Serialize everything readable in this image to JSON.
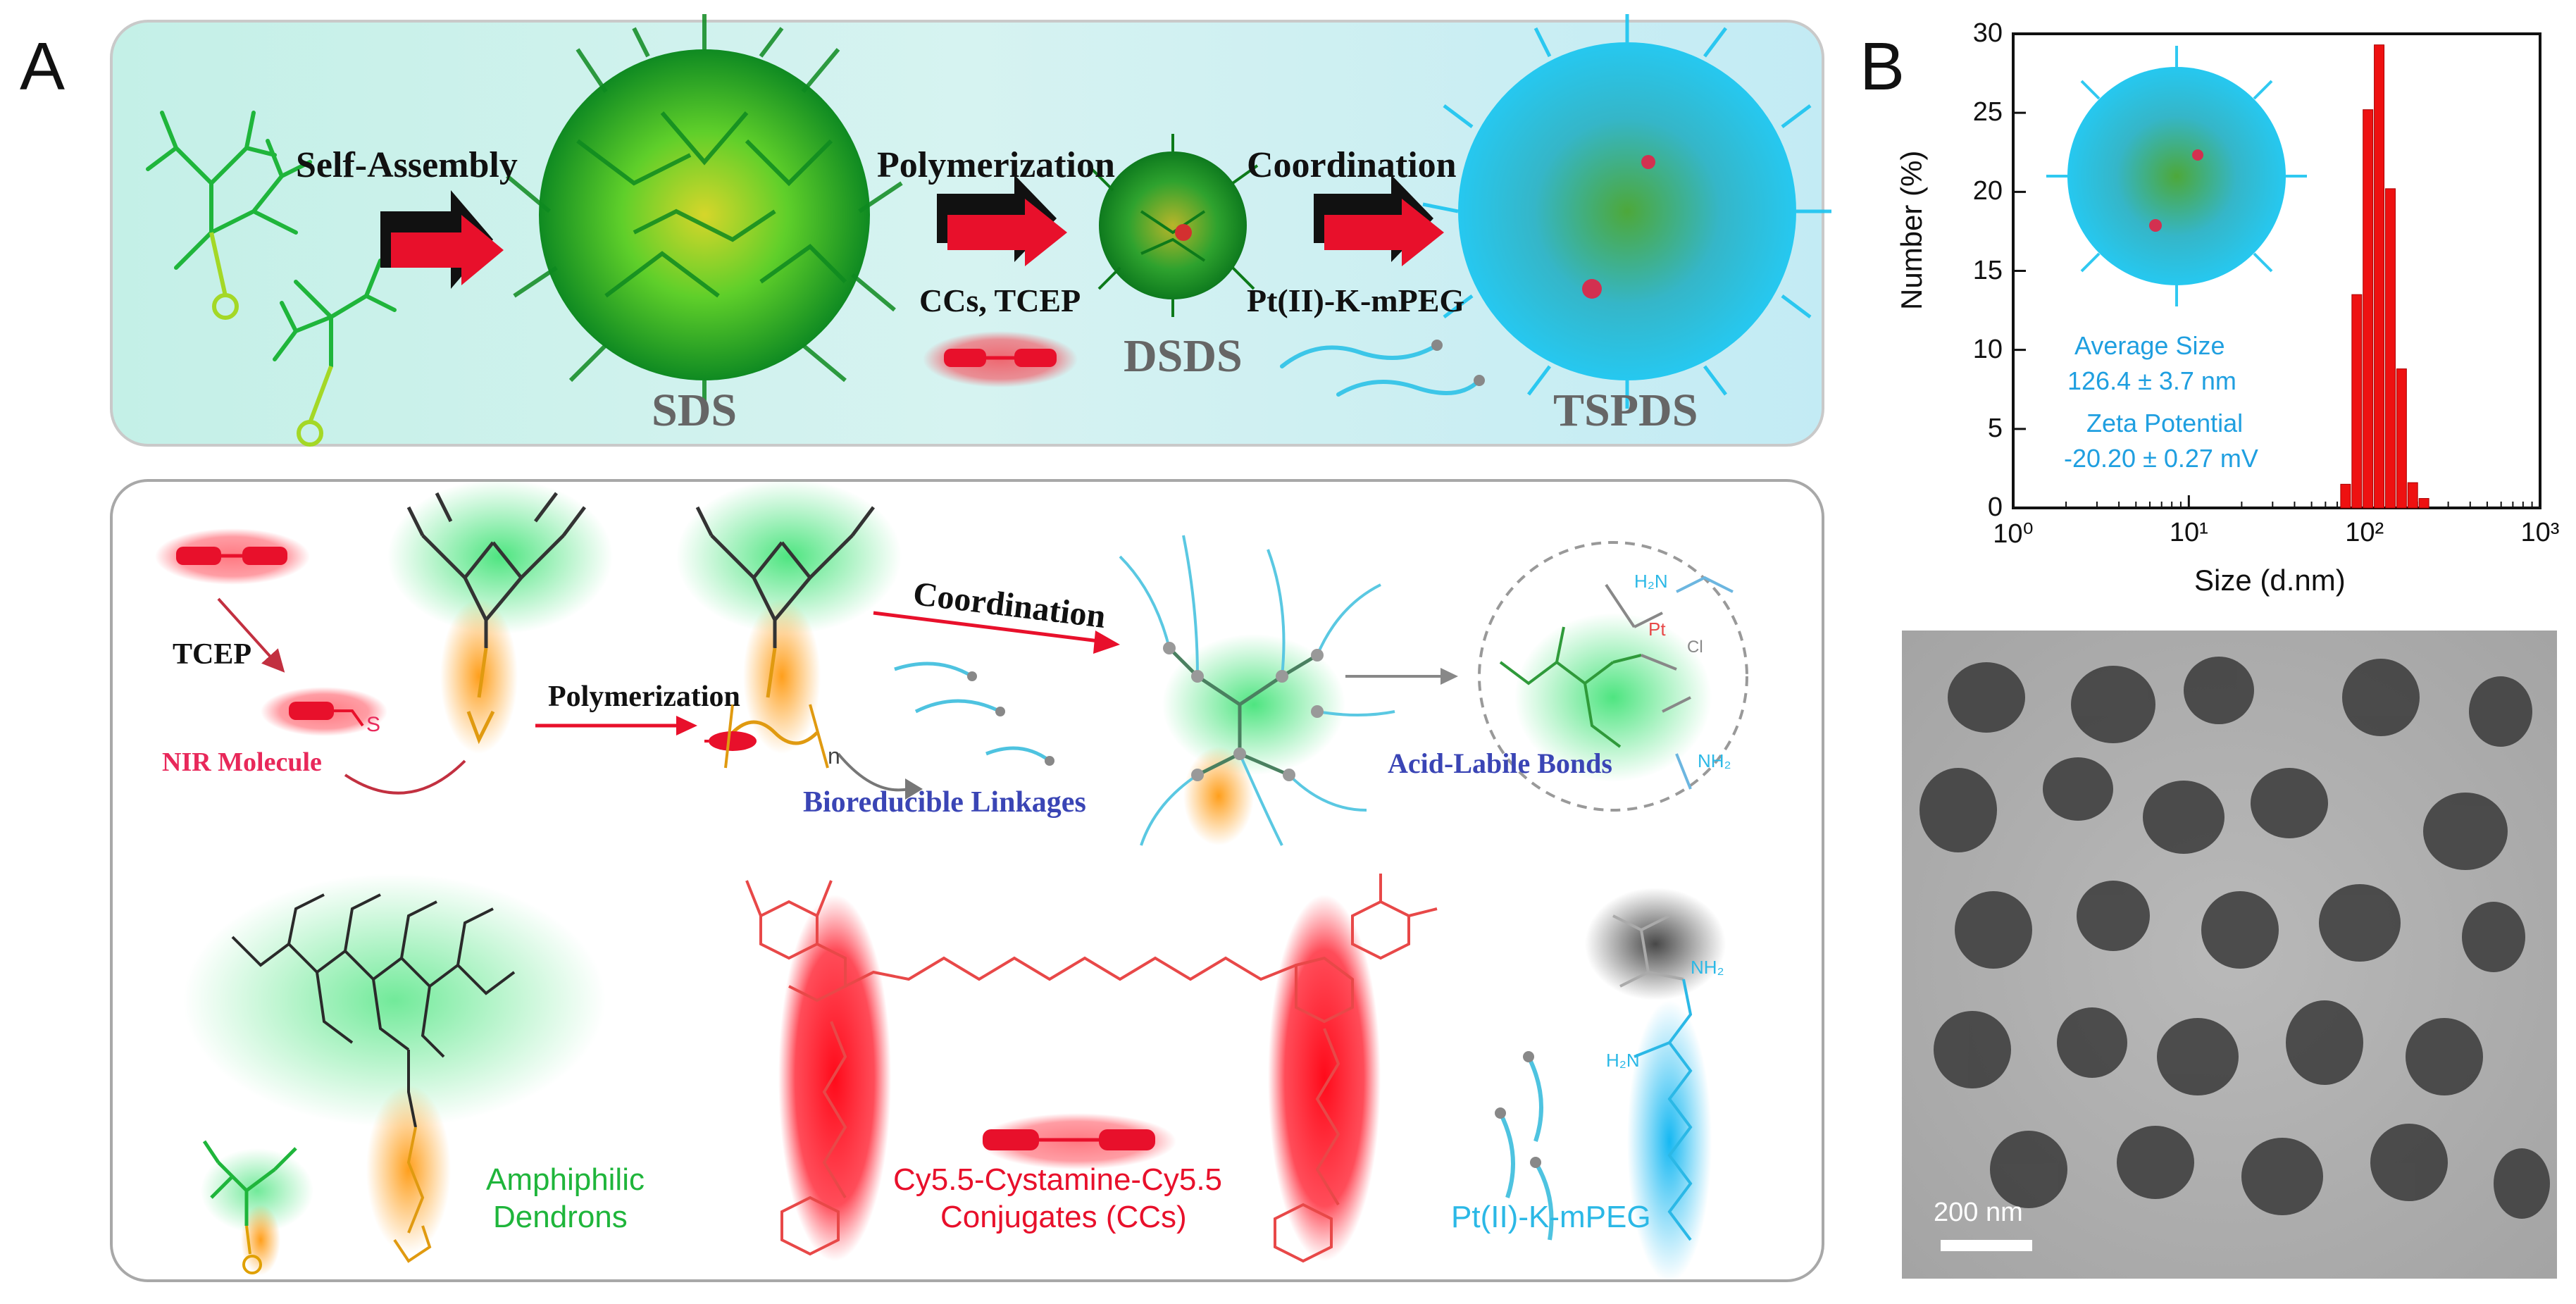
{
  "panels": {
    "a": "A",
    "b": "B"
  },
  "top_scheme": {
    "steps": [
      "Self-Assembly",
      "Polymerization",
      "Coordination"
    ],
    "reagents": {
      "polymerization": "CCs, TCEP",
      "coordination": "Pt(II)-K-mPEG"
    },
    "products": [
      "SDS",
      "DSDS",
      "TSPDS"
    ]
  },
  "mechanism": {
    "tcep": "TCEP",
    "nir": "NIR Molecule",
    "polymerization": "Polymerization",
    "coordination": "Coordination",
    "bioreducible": "Bioreducible Linkages",
    "acid_labile": "Acid-Labile Bonds",
    "repeat_n": "n",
    "sulfur": "S",
    "nh2": "NH₂",
    "h2n": "H₂N",
    "pt": "Pt",
    "cl": "Cl"
  },
  "components": {
    "dendrons_line1": "Amphiphilic",
    "dendrons_line2": "Dendrons",
    "cc_line1": "Cy5.5-Cystamine-Cy5.5",
    "cc_line2": "Conjugates (CCs)",
    "ptpeg": "Pt(II)-K-mPEG"
  },
  "dls": {
    "average_label": "Average Size",
    "average_value": "126.4 ± 3.7 nm",
    "zeta_label": "Zeta Potential",
    "zeta_value": "-20.20 ± 0.27 mV",
    "ylabel": "Number (%)",
    "xlabel": "Size (d.nm)",
    "yticks": [
      "0",
      "5",
      "10",
      "15",
      "20",
      "25",
      "30"
    ],
    "xticks": [
      "10⁰",
      "10¹",
      "10²",
      "10³"
    ]
  },
  "tem": {
    "scalebar": "200 nm"
  },
  "colors": {
    "accent_red": "#e8102b",
    "dendron_green": "#1fb53b",
    "peg_cyan": "#2bb8e6",
    "label_blue": "#1f9fe0",
    "bio_blue": "#3a45b5",
    "nir_pink": "#e8285a"
  },
  "chart_data": {
    "type": "bar",
    "title": "",
    "xlabel": "Size (d.nm)",
    "ylabel": "Number (%)",
    "xscale": "log",
    "xlim": [
      1,
      1000
    ],
    "ylim": [
      0,
      30
    ],
    "grid": false,
    "categories": [
      "78.8",
      "91.3",
      "105.7",
      "122.4",
      "141.8",
      "164.2",
      "190.1",
      "220.2"
    ],
    "values": [
      1.5,
      13.5,
      25.2,
      29.3,
      20.2,
      8.8,
      1.6,
      0.6
    ]
  }
}
